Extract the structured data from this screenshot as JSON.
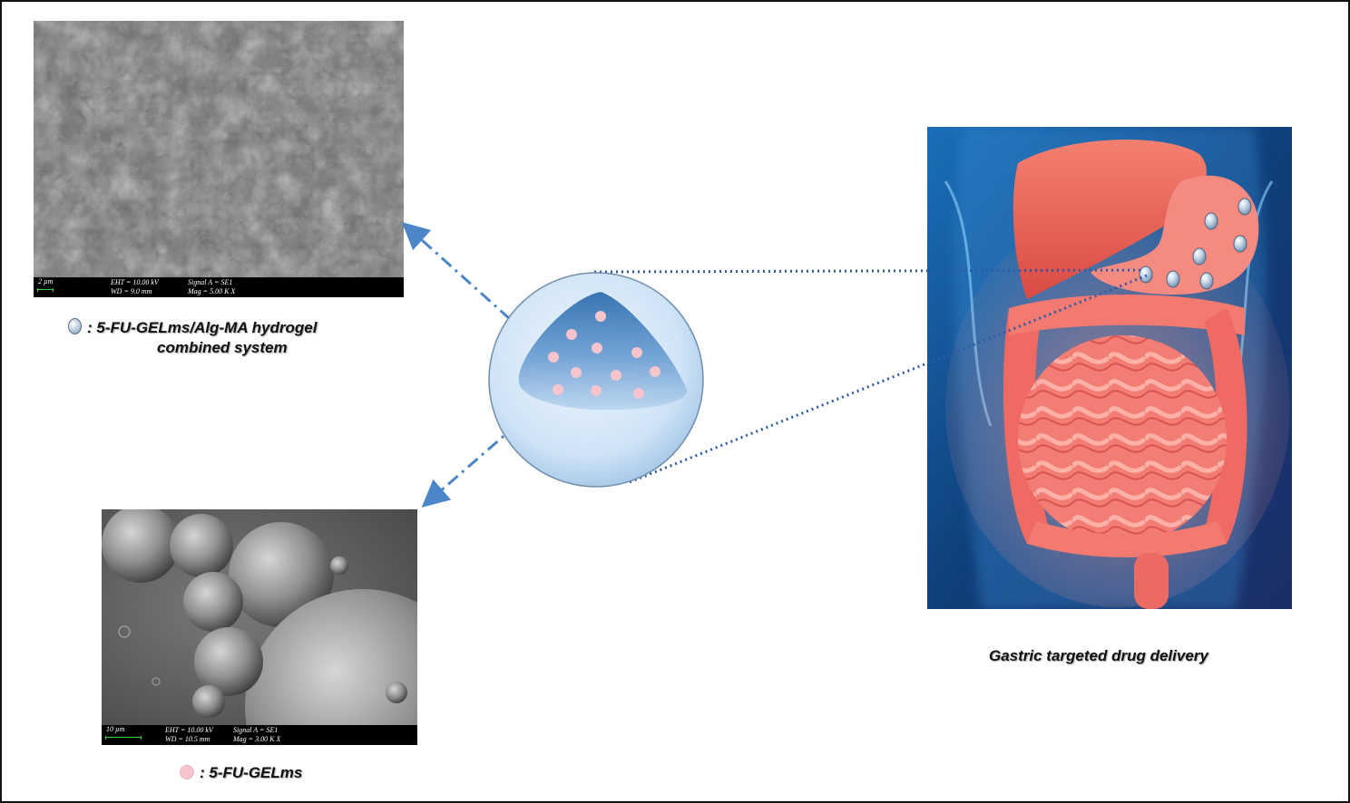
{
  "sem_top": {
    "scale": "2 µm",
    "eht": "EHT = 10.00 kV",
    "wd": "WD = 9.0 mm",
    "signal": "Signal A = SE1",
    "mag": "Mag = 5.00 K X"
  },
  "sem_bottom": {
    "scale": "10 µm",
    "eht": "EHT = 10.00 kV",
    "wd": "WD = 10.5 mm",
    "signal": "Signal A = SE1",
    "mag": "Mag = 3.00 K X"
  },
  "legend_hydrogel": {
    "line1": ": 5-FU-GELms/Alg-MA hydrogel",
    "line2": "combined system"
  },
  "legend_gelms": {
    "label": ": 5-FU-GELms"
  },
  "organ_caption": "Gastric targeted drug delivery",
  "colors": {
    "arrow": "#4a86c8",
    "dotted_line": "#2d5aa8",
    "microsphere_pink": "#f6c4cc",
    "sphere_fill": "#dcebf8",
    "hydrogel_blue": "#3c78b4",
    "tissue_red": "#ef6a62",
    "background_blue": "#1f7fc8"
  }
}
